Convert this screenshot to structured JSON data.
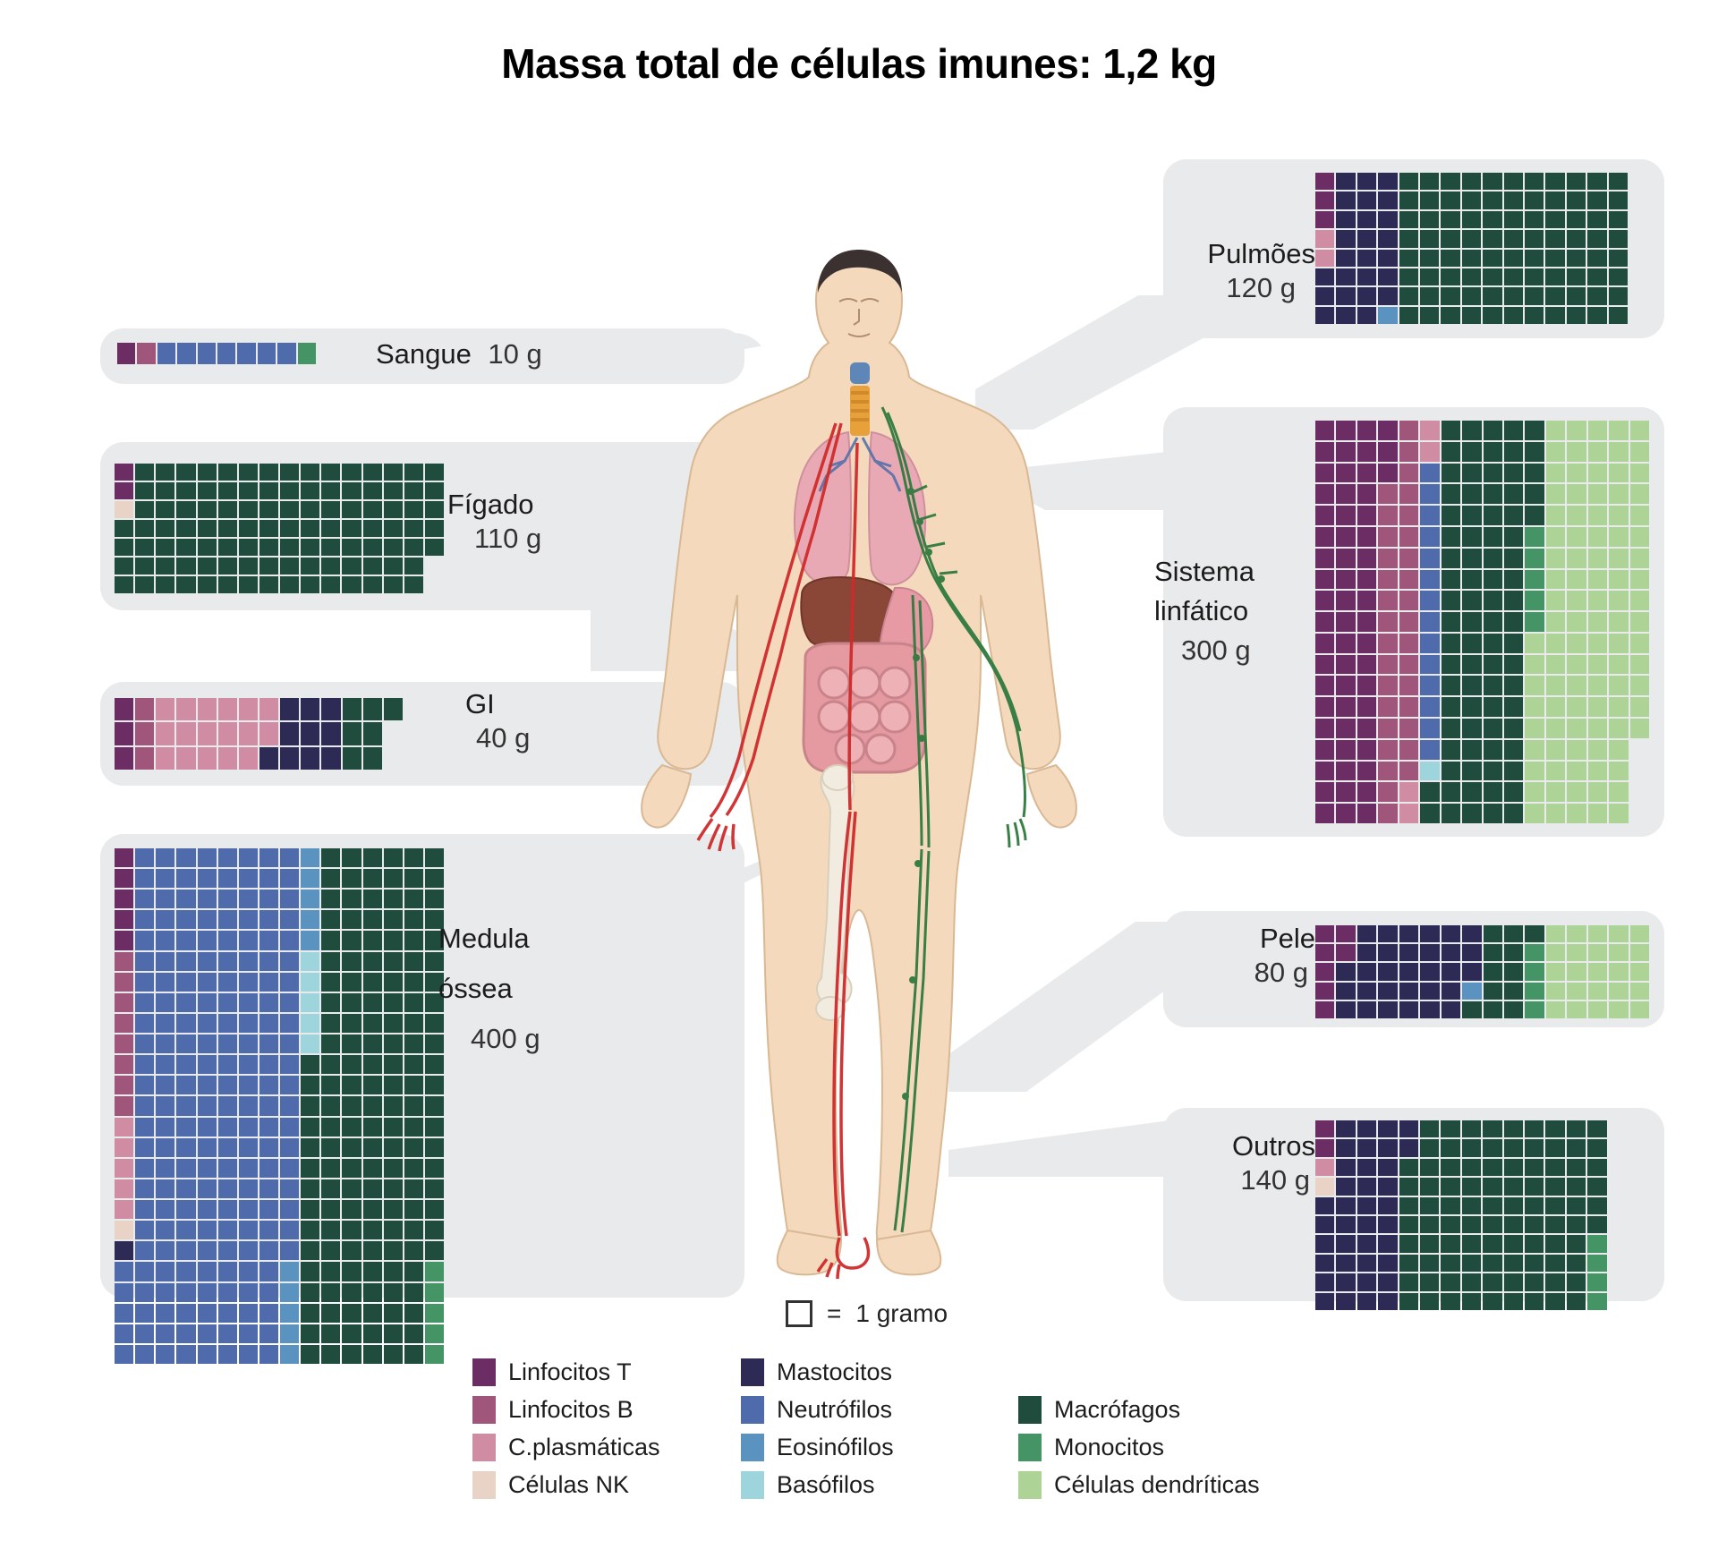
{
  "title": "Massa total de células imunes: 1,2 kg",
  "unit_key": {
    "symbol": "square-outline",
    "equals": "=",
    "label": "1 gramo"
  },
  "colors": {
    "linfocitos_t": "#6b2d63",
    "linfocitos_b": "#a0567a",
    "c_plasmaticas": "#d08ca2",
    "celulas_nk": "#e9d3c7",
    "mastocitos": "#2e2a56",
    "neutrofilos": "#4f6bab",
    "eosinofilos": "#5b93c0",
    "basofilos": "#9ed4dc",
    "macrofagos": "#1f4c3c",
    "monocitos": "#459466",
    "celulas_dendriticas": "#aed396",
    "panel_bg": "#e9eaeb",
    "title_color": "#000000"
  },
  "legend": {
    "columns": [
      [
        {
          "key": "linfocitos_t",
          "label": "Linfocitos T"
        },
        {
          "key": "linfocitos_b",
          "label": "Linfocitos B"
        },
        {
          "key": "c_plasmaticas",
          "label": "C.plasmáticas"
        },
        {
          "key": "celulas_nk",
          "label": "Células NK"
        }
      ],
      [
        {
          "key": "mastocitos",
          "label": "Mastocitos"
        },
        {
          "key": "neutrofilos",
          "label": "Neutrófilos"
        },
        {
          "key": "eosinofilos",
          "label": "Eosinófilos"
        },
        {
          "key": "basofilos",
          "label": "Basófilos"
        }
      ],
      [
        {
          "key": "spacer",
          "label": ""
        },
        {
          "key": "macrofagos",
          "label": "Macrófagos"
        },
        {
          "key": "monocitos",
          "label": "Monocitos"
        },
        {
          "key": "celulas_dendriticas",
          "label": "Células dendríticas"
        }
      ]
    ]
  },
  "organs": {
    "sangue": {
      "name": "Sangue",
      "mass": "10 g"
    },
    "figado": {
      "name": "Fígado",
      "mass": "110 g"
    },
    "gi": {
      "name": "GI",
      "mass": "40 g"
    },
    "medula": {
      "name": "Medula",
      "name2": "óssea",
      "mass": "400 g"
    },
    "pulmoes": {
      "name": "Pulmões",
      "mass": "120 g"
    },
    "linfatico": {
      "name": "Sistema",
      "name2": "linfático",
      "mass": "300 g"
    },
    "pele": {
      "name": "Pele",
      "mass": "80 g"
    },
    "outros": {
      "name": "Outros",
      "mass": "140 g"
    }
  },
  "chart_data": {
    "type": "waffle",
    "title": "Massa total de células imunes: 1,2 kg",
    "unit": "1 square = 1 gram",
    "total_mass_g": 1200,
    "cell_types": [
      "Linfocitos T",
      "Linfocitos B",
      "C.plasmáticas",
      "Células NK",
      "Mastocitos",
      "Neutrófilos",
      "Eosinófilos",
      "Basófilos",
      "Macrófagos",
      "Monocitos",
      "Células dendríticas"
    ],
    "series": [
      {
        "name": "Sangue",
        "total_g": 10,
        "cols": 10,
        "fill": "row",
        "composition": [
          {
            "type": "Linfocitos T",
            "g": 1
          },
          {
            "type": "Linfocitos B",
            "g": 1
          },
          {
            "type": "Neutrófilos",
            "g": 7
          },
          {
            "type": "Monocitos",
            "g": 1
          }
        ]
      },
      {
        "name": "Fígado",
        "total_g": 110,
        "cols": 16,
        "fill": "col",
        "composition": [
          {
            "type": "Linfocitos T",
            "g": 2
          },
          {
            "type": "Células NK",
            "g": 1
          },
          {
            "type": "Macrófagos",
            "g": 107
          }
        ]
      },
      {
        "name": "GI",
        "total_g": 40,
        "cols": 14,
        "fill": "col",
        "composition": [
          {
            "type": "Linfocitos T",
            "g": 3
          },
          {
            "type": "Linfocitos B",
            "g": 3
          },
          {
            "type": "C.plasmáticas",
            "g": 17
          },
          {
            "type": "Mastocitos",
            "g": 10
          },
          {
            "type": "Macrófagos",
            "g": 7
          }
        ]
      },
      {
        "name": "Medula óssea",
        "total_g": 400,
        "cols": 16,
        "fill": "col",
        "composition": [
          {
            "type": "Linfocitos T",
            "g": 5
          },
          {
            "type": "Linfocitos B",
            "g": 8
          },
          {
            "type": "C.plasmáticas",
            "g": 5
          },
          {
            "type": "Células NK",
            "g": 1
          },
          {
            "type": "Mastocitos",
            "g": 1
          },
          {
            "type": "Neutrófilos",
            "g": 200
          },
          {
            "type": "Eosinófilos",
            "g": 10
          },
          {
            "type": "Basófilos",
            "g": 5
          },
          {
            "type": "Macrófagos",
            "g": 160
          },
          {
            "type": "Monocitos",
            "g": 5
          }
        ]
      },
      {
        "name": "Pulmões",
        "total_g": 120,
        "cols": 15,
        "fill": "col",
        "composition": [
          {
            "type": "Linfocitos T",
            "g": 3
          },
          {
            "type": "C.plasmáticas",
            "g": 2
          },
          {
            "type": "Mastocitos",
            "g": 26
          },
          {
            "type": "Eosinófilos",
            "g": 1
          },
          {
            "type": "Macrófagos",
            "g": 88
          }
        ]
      },
      {
        "name": "Sistema linfático",
        "total_g": 300,
        "cols": 16,
        "fill": "col",
        "composition": [
          {
            "type": "Linfocitos T",
            "g": 60
          },
          {
            "type": "Linfocitos B",
            "g": 33
          },
          {
            "type": "C.plasmáticas",
            "g": 4
          },
          {
            "type": "Neutrófilos",
            "g": 14
          },
          {
            "type": "Basófilos",
            "g": 1
          },
          {
            "type": "Macrófagos",
            "g": 83
          },
          {
            "type": "Monocitos",
            "g": 5
          },
          {
            "type": "Células dendríticas",
            "g": 100
          }
        ]
      },
      {
        "name": "Pele",
        "total_g": 80,
        "cols": 16,
        "fill": "col",
        "composition": [
          {
            "type": "Linfocitos T",
            "g": 7
          },
          {
            "type": "Mastocitos",
            "g": 31
          },
          {
            "type": "Eosinófilos",
            "g": 1
          },
          {
            "type": "Macrófagos",
            "g": 12
          },
          {
            "type": "Monocitos",
            "g": 4
          },
          {
            "type": "Células dendríticas",
            "g": 25
          }
        ]
      },
      {
        "name": "Outros",
        "total_g": 140,
        "cols": 15,
        "fill": "col",
        "composition": [
          {
            "type": "Linfocitos T",
            "g": 2
          },
          {
            "type": "C.plasmáticas",
            "g": 1
          },
          {
            "type": "Células NK",
            "g": 1
          },
          {
            "type": "Mastocitos",
            "g": 38
          },
          {
            "type": "Macrófagos",
            "g": 94
          },
          {
            "type": "Monocitos",
            "g": 4
          }
        ]
      }
    ]
  }
}
